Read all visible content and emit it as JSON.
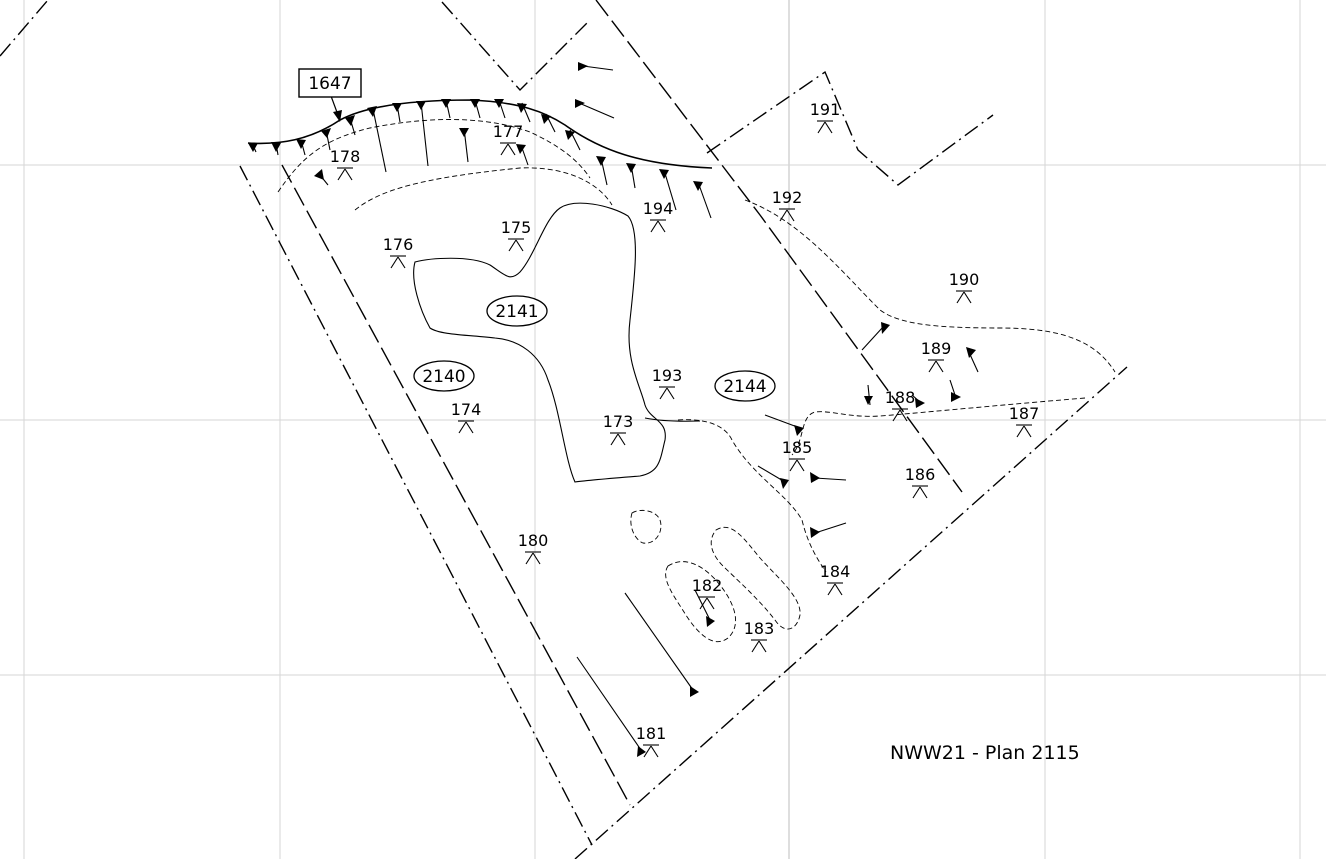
{
  "plan": {
    "title": "NWW21 - Plan 2115",
    "cut_label": "1647",
    "contexts": [
      "2141",
      "2140",
      "2144"
    ]
  },
  "levels": [
    {
      "id": "lvl-173",
      "label": "173"
    },
    {
      "id": "lvl-174",
      "label": "174"
    },
    {
      "id": "lvl-175",
      "label": "175"
    },
    {
      "id": "lvl-176",
      "label": "176"
    },
    {
      "id": "lvl-177",
      "label": "177"
    },
    {
      "id": "lvl-178",
      "label": "178"
    },
    {
      "id": "lvl-180",
      "label": "180"
    },
    {
      "id": "lvl-181",
      "label": "181"
    },
    {
      "id": "lvl-182",
      "label": "182"
    },
    {
      "id": "lvl-183",
      "label": "183"
    },
    {
      "id": "lvl-184",
      "label": "184"
    },
    {
      "id": "lvl-185",
      "label": "185"
    },
    {
      "id": "lvl-186",
      "label": "186"
    },
    {
      "id": "lvl-187",
      "label": "187"
    },
    {
      "id": "lvl-188",
      "label": "188"
    },
    {
      "id": "lvl-189",
      "label": "189"
    },
    {
      "id": "lvl-190",
      "label": "190"
    },
    {
      "id": "lvl-191",
      "label": "191"
    },
    {
      "id": "lvl-192",
      "label": "192"
    },
    {
      "id": "lvl-193",
      "label": "193"
    },
    {
      "id": "lvl-194",
      "label": "194"
    }
  ]
}
